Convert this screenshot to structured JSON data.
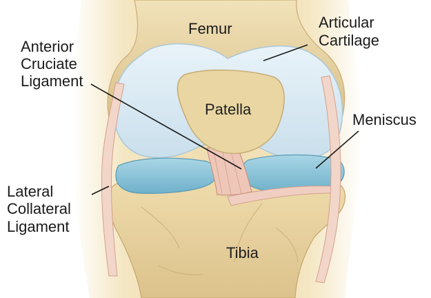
{
  "labels": {
    "femur": "Femur",
    "articular_cartilage": [
      "Articular",
      "Cartilage"
    ],
    "anterior_cruciate_ligament": [
      "Anterior",
      "Cruciate",
      "Ligament"
    ],
    "patella": "Patella",
    "meniscus": "Meniscus",
    "lateral_collateral_ligament": [
      "Lateral",
      "Collateral",
      "Ligament"
    ],
    "tibia": "Tibia"
  },
  "colors": {
    "bone": "#ead7a8",
    "bone_shadow": "#c9ad77",
    "cartilage": "#dbeaf3",
    "meniscus": "#8fc8dc",
    "ligament": "#efc7b9",
    "skin": "#f1dfb4",
    "text": "#1a1a1a"
  }
}
